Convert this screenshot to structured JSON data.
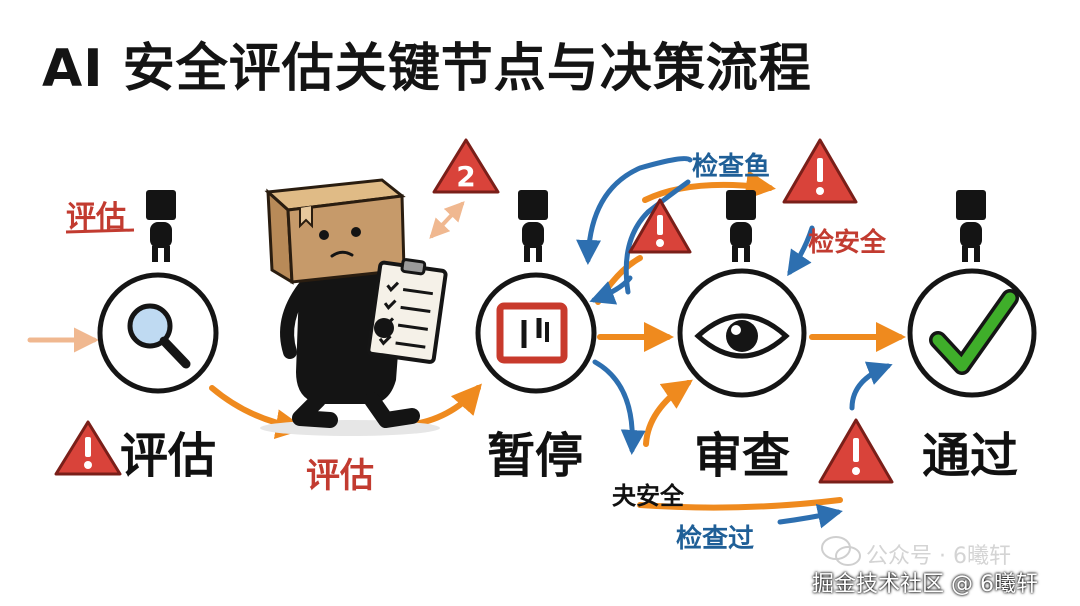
{
  "title": "AI 安全评估关键节点与决策流程",
  "stages": [
    {
      "label": "评估",
      "icon": "magnifier-icon"
    },
    {
      "label": "暂停",
      "icon": "pause-icon"
    },
    {
      "label": "审查",
      "icon": "eye-icon"
    },
    {
      "label": "通过",
      "icon": "checkmark-icon"
    }
  ],
  "annotations": {
    "eval_top": "评估",
    "eval_bottom": "评估",
    "check_fish": "检查鱼",
    "check_safety": "检安全",
    "decide_safety": "夬安全",
    "check_pass": "检查过"
  },
  "warning_number": "2",
  "watermark": {
    "line1": "公众号 · 6曦轩",
    "line2": "掘金技术社区 @ 6曦轩"
  },
  "colors": {
    "orange": "#ef8a1e",
    "blue": "#2d6fb0",
    "red": "#d9433a",
    "label_red": "#c23b30",
    "label_blue": "#1f5f97",
    "check_green": "#3fae2a",
    "box_brown": "#c69a6a"
  }
}
